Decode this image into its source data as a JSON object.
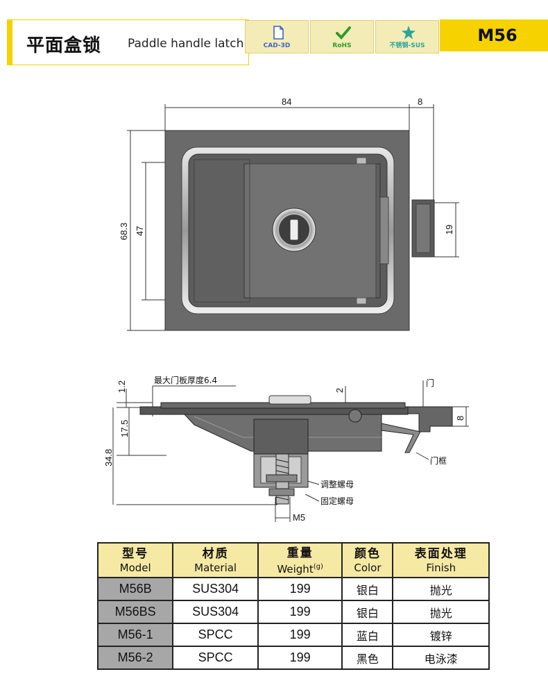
{
  "header": {
    "title_cn": "平面盒锁",
    "title_en": "Paddle handle latch",
    "badges": [
      {
        "label": "CAD-3D",
        "icon": "document-icon"
      },
      {
        "label": "RoHS",
        "icon": "checkmark-icon"
      },
      {
        "label": "不锈钢-SUS",
        "icon": "star-icon"
      }
    ],
    "model": "M56"
  },
  "top_view": {
    "dim_width": "84",
    "dim_side": "8",
    "dim_height": "68.3",
    "dim_inner": "47",
    "dim_tongue": "19"
  },
  "side_view": {
    "dim_thickness": "1.2",
    "max_door_note": "最大门板厚度6.4",
    "dim_gap": "2",
    "door_label": "门",
    "dim_frame": "8",
    "dim_depth": "17.5",
    "dim_total": "34.8",
    "frame_label": "门框",
    "adjust_nut": "调整螺母",
    "fixed_nut": "固定螺母",
    "thread": "M5"
  },
  "table": {
    "headers": [
      {
        "cn": "型号",
        "en": "Model",
        "sup": ""
      },
      {
        "cn": "材质",
        "en": "Material",
        "sup": ""
      },
      {
        "cn": "重量",
        "en": "Weight",
        "sup": "(g)"
      },
      {
        "cn": "颜色",
        "en": "Color",
        "sup": ""
      },
      {
        "cn": "表面处理",
        "en": "Finish",
        "sup": ""
      }
    ],
    "rows": [
      {
        "model": "M56B",
        "material": "SUS304",
        "weight": "199",
        "color": "银白",
        "finish": "抛光"
      },
      {
        "model": "M56BS",
        "material": "SUS304",
        "weight": "199",
        "color": "银白",
        "finish": "抛光"
      },
      {
        "model": "M56-1",
        "material": "SPCC",
        "weight": "199",
        "color": "蓝白",
        "finish": "镀锌"
      },
      {
        "model": "M56-2",
        "material": "SPCC",
        "weight": "199",
        "color": "黑色",
        "finish": "电泳漆"
      }
    ]
  }
}
